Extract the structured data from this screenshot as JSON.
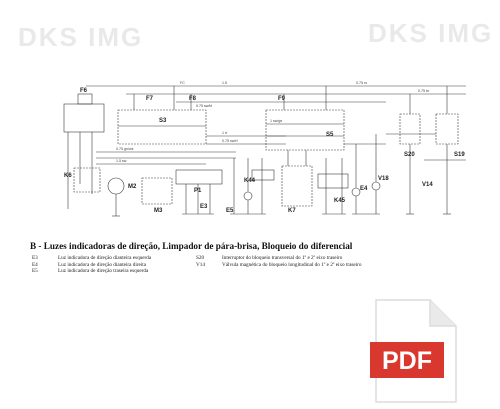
{
  "watermark": {
    "text": "DKS IMG"
  },
  "diagram": {
    "component_labels": [
      "F6",
      "F7",
      "F8",
      "F9",
      "S3",
      "S5",
      "K6",
      "M2",
      "M3",
      "P1",
      "E3",
      "E5",
      "K44",
      "K7",
      "K45",
      "E4",
      "V18",
      "S20",
      "V14",
      "S19"
    ],
    "wire_labels": [
      "FC",
      "1.5",
      "0.75 sw/bl",
      "0.75 rs",
      "1 rt",
      "0.75 sw/rt",
      "1 sw/ge",
      "0.75 gn/ws",
      "1.5 sw",
      "0.75 br"
    ]
  },
  "caption": {
    "title": "B - Luzes indicadoras de direção, Limpador de pára-brisa, Bloqueio do diferencial",
    "left_items": [
      {
        "code": "E3",
        "text": "Luz indicadora de direção dianteira esquerda"
      },
      {
        "code": "E4",
        "text": "Luz indicadora de direção dianteira direita"
      },
      {
        "code": "E5",
        "text": "Luz indicadora de direção traseira esquerda"
      }
    ],
    "right_items": [
      {
        "code": "S20",
        "text": "Interruptor do bloqueio transversal do 1º e 2º eixo traseiro"
      },
      {
        "code": "V14",
        "text": "Válvula magnética do bloqueio longitudinal do 1º e 2º eixo traseiro"
      }
    ]
  },
  "pdf_icon": {
    "label": "PDF",
    "color": "#d9382f"
  }
}
